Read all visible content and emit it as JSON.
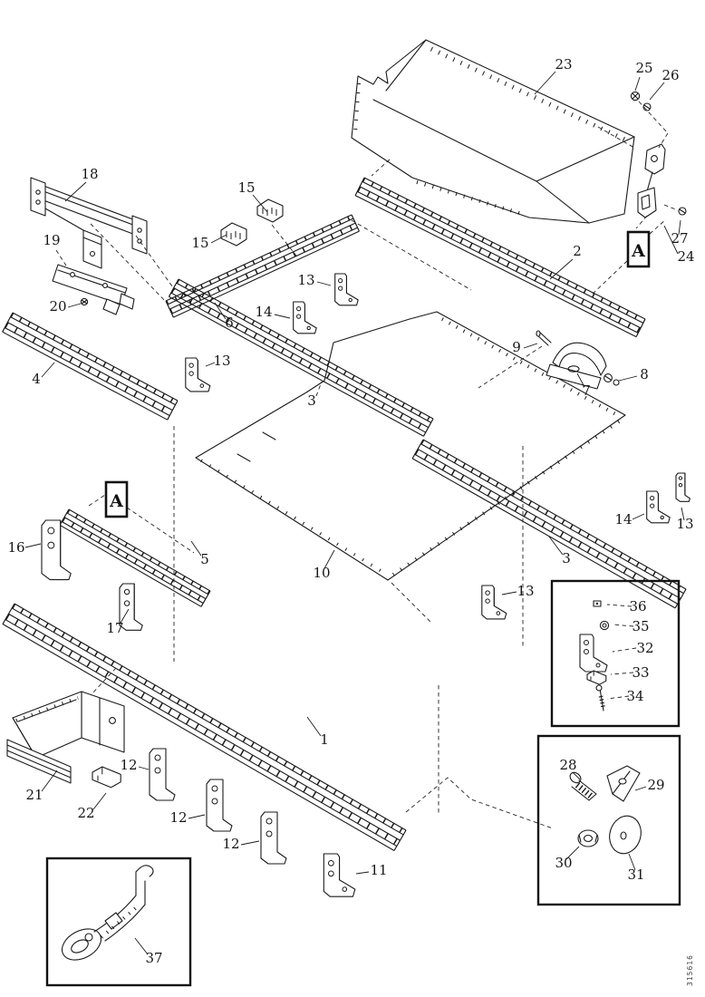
{
  "figure": {
    "kind": "exploded-parts-diagram",
    "colors": {
      "line": "#1a1a1a",
      "background": "#ffffff",
      "label": "#161616"
    },
    "doc_number": "315616",
    "detail_callouts": [
      {
        "text": "A"
      },
      {
        "text": "A"
      }
    ],
    "part_labels": [
      {
        "text": "23"
      },
      {
        "text": "25"
      },
      {
        "text": "26"
      },
      {
        "text": "18"
      },
      {
        "text": "15"
      },
      {
        "text": "15"
      },
      {
        "text": "19"
      },
      {
        "text": "2"
      },
      {
        "text": "27"
      },
      {
        "text": "24"
      },
      {
        "text": "13"
      },
      {
        "text": "14"
      },
      {
        "text": "20"
      },
      {
        "text": "6"
      },
      {
        "text": "9"
      },
      {
        "text": "4"
      },
      {
        "text": "13"
      },
      {
        "text": "8"
      },
      {
        "text": "7"
      },
      {
        "text": "3"
      },
      {
        "text": "16"
      },
      {
        "text": "5"
      },
      {
        "text": "10"
      },
      {
        "text": "3"
      },
      {
        "text": "13"
      },
      {
        "text": "14"
      },
      {
        "text": "13"
      },
      {
        "text": "17"
      },
      {
        "text": "36"
      },
      {
        "text": "35"
      },
      {
        "text": "32"
      },
      {
        "text": "33"
      },
      {
        "text": "34"
      },
      {
        "text": "1"
      },
      {
        "text": "21"
      },
      {
        "text": "12"
      },
      {
        "text": "22"
      },
      {
        "text": "12"
      },
      {
        "text": "12"
      },
      {
        "text": "11"
      },
      {
        "text": "28"
      },
      {
        "text": "29"
      },
      {
        "text": "30"
      },
      {
        "text": "31"
      },
      {
        "text": "37"
      }
    ]
  }
}
